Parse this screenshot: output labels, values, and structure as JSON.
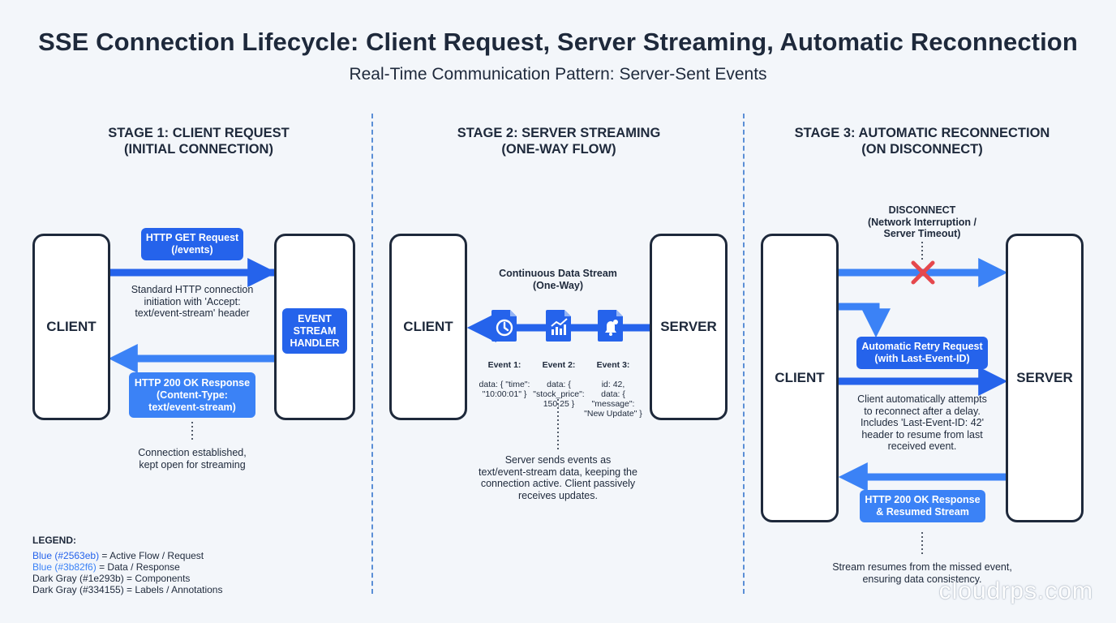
{
  "title": "SSE Connection Lifecycle: Client Request, Server Streaming, Automatic Reconnection",
  "subtitle": "Real-Time Communication Pattern: Server-Sent Events",
  "colors": {
    "active_flow": "#2563eb",
    "data_response": "#3b82f6",
    "components": "#1e293b",
    "labels": "#334155",
    "error": "#e5484d"
  },
  "stage1": {
    "title": "STAGE 1: CLIENT REQUEST\n(INITIAL CONNECTION)",
    "client": "CLIENT",
    "request_pill": "HTTP GET Request\n(/events)",
    "request_note": "Standard HTTP connection\ninitiation with 'Accept:\ntext/event-stream' header",
    "handler": "EVENT\nSTREAM\nHANDLER",
    "response_pill": "HTTP 200 OK Response\n(Content-Type:\ntext/event-stream)",
    "established_note": "Connection established,\nkept open for streaming"
  },
  "stage2": {
    "title": "STAGE 2: SERVER STREAMING\n(ONE-WAY FLOW)",
    "client": "CLIENT",
    "server": "SERVER",
    "stream_label": "Continuous Data Stream\n(One-Way)",
    "events": [
      {
        "icon": "clock-icon",
        "name": "Event 1:",
        "body": "data: { \"time\":\n\"10:00:01\" }"
      },
      {
        "icon": "chart-icon",
        "name": "Event 2:",
        "body": "data: {\n\"stock_price\":\n150.25 }"
      },
      {
        "icon": "bell-icon",
        "name": "Event 3:",
        "body": "id: 42,\ndata: {\n\"message\":\n\"New Update\" }"
      }
    ],
    "note": "Server sends events as\ntext/event-stream data, keeping the\nconnection active. Client passively\nreceives updates."
  },
  "stage3": {
    "title": "STAGE 3: AUTOMATIC RECONNECTION\n(ON DISCONNECT)",
    "client": "CLIENT",
    "server": "SERVER",
    "disconnect_label": "DISCONNECT\n(Network Interruption /\nServer Timeout)",
    "retry_pill": "Automatic Retry Request\n(with Last-Event-ID)",
    "retry_note": "Client automatically attempts\nto reconnect after a delay.\nIncludes 'Last-Event-ID: 42'\nheader to resume from last\nreceived event.",
    "response_pill": "HTTP 200 OK Response\n& Resumed Stream",
    "resume_note": "Stream resumes from the missed event,\nensuring data consistency."
  },
  "legend": {
    "title": "LEGEND:",
    "rows": [
      {
        "swatch": "Blue (#2563eb)",
        "meaning": " = Active Flow / Request"
      },
      {
        "swatch": "Blue (#3b82f6)",
        "meaning": " = Data / Response"
      },
      {
        "swatch": "Dark Gray (#1e293b)",
        "meaning": " = Components"
      },
      {
        "swatch": "Dark Gray (#334155)",
        "meaning": " = Labels / Annotations"
      }
    ]
  },
  "watermark": "cloudrps.com"
}
